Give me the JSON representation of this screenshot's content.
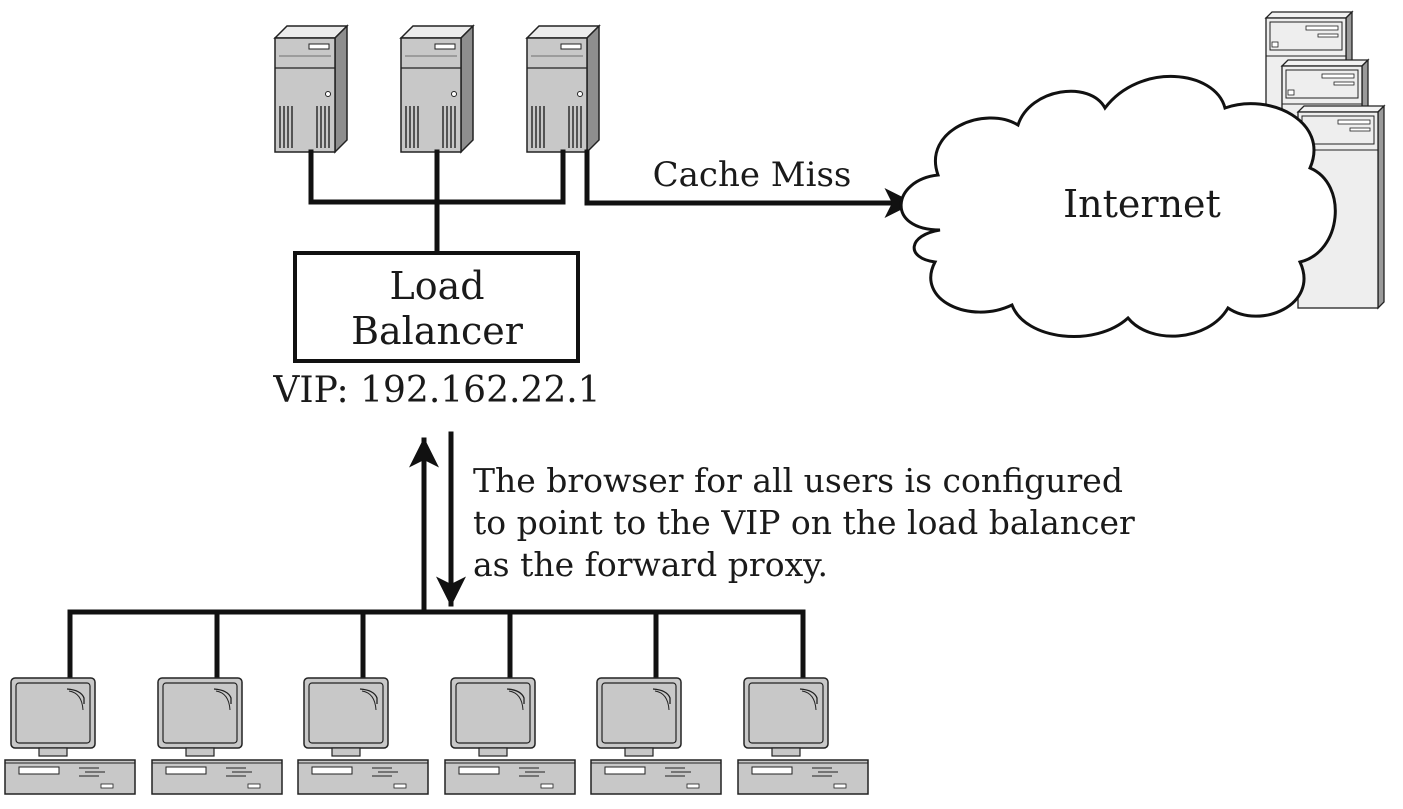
{
  "diagram": {
    "load_balancer": {
      "label_line1": "Load",
      "label_line2": "Balancer",
      "vip": "VIP: 192.162.22.1"
    },
    "cache_miss_label": "Cache Miss",
    "internet_label": "Internet",
    "note": {
      "line1": "The browser for all users is configured",
      "line2": "to point to the VIP on the load balancer",
      "line3": "as the forward proxy."
    },
    "proxy_servers_count": 3,
    "client_workstations_count": 6,
    "internet_servers_count": 3,
    "colors": {
      "device_gray": "#c8c8c8",
      "device_light": "#eeeeee",
      "line": "#111111",
      "background": "#ffffff"
    }
  }
}
